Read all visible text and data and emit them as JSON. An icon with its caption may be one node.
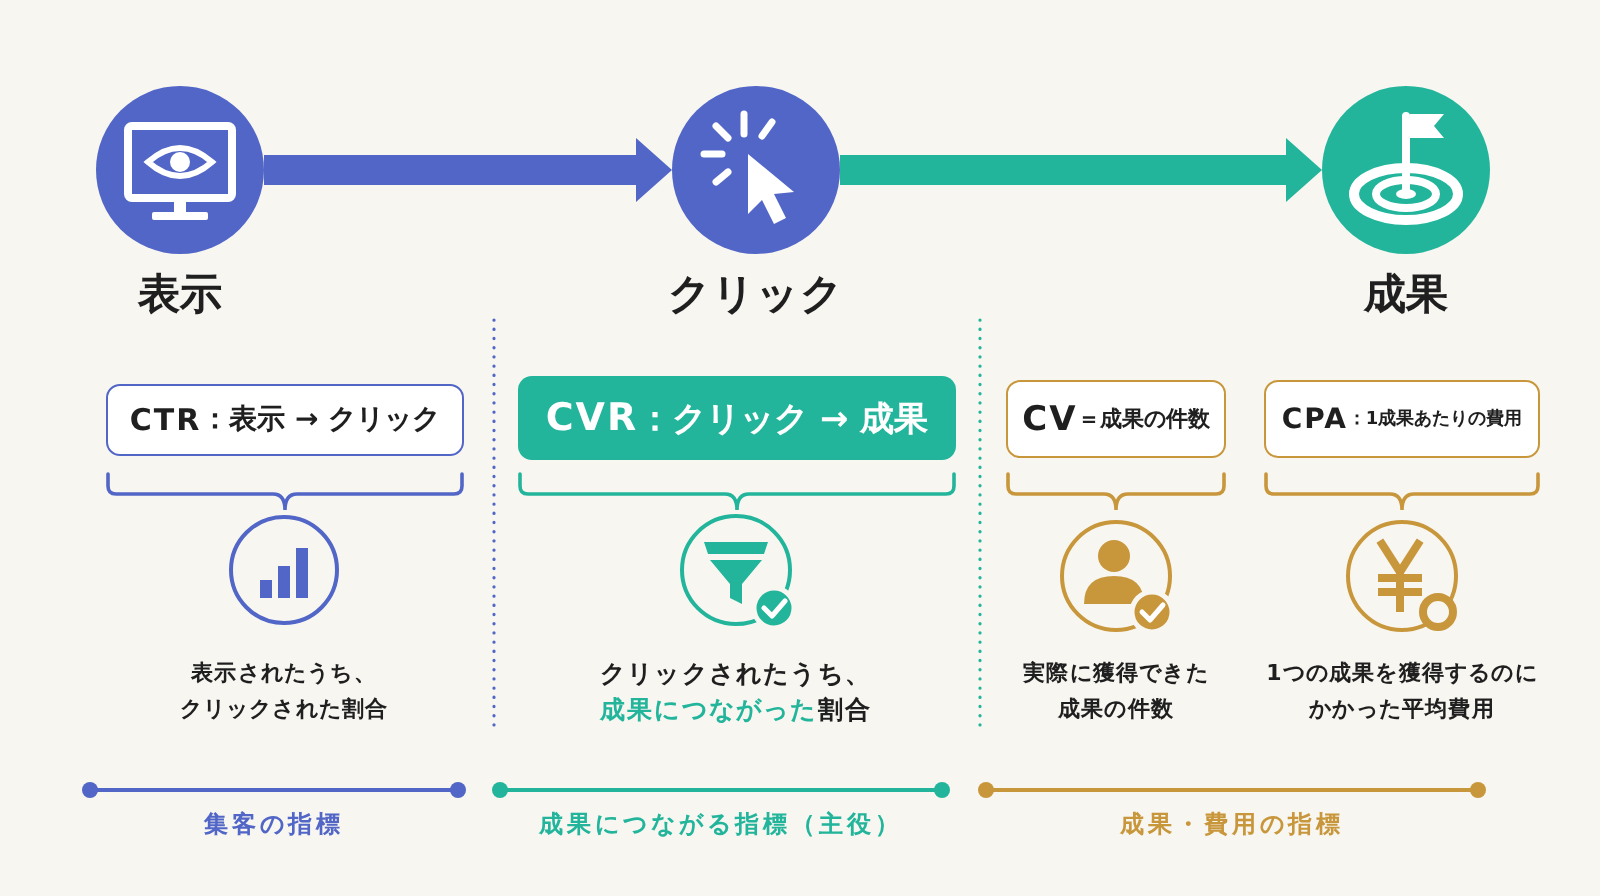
{
  "diagram": {
    "nodes": [
      {
        "text": [
          "表示"
        ]
      },
      {
        "text": [
          "クリック"
        ]
      },
      {
        "text": [
          "成果"
        ]
      },
      {
        "text": [
          "CTR：表示 → クリック"
        ]
      },
      {
        "text": [
          "CVR：クリック → 成果"
        ]
      },
      {
        "text": [
          "CV＝成果の件数"
        ]
      },
      {
        "text": [
          "CPA：1成果あたりの費用"
        ]
      },
      {
        "text": [
          "表示されたうち、クリックされた割合"
        ]
      },
      {
        "text": [
          "クリックされたうち、**成果につながった**割合"
        ]
      },
      {
        "text": [
          "実際に獲得できた成果の件数"
        ]
      },
      {
        "text": [
          "1つの成果を獲得するのにかかった平均費用"
        ]
      }
    ],
    "edges": [
      {
        "from": 0,
        "to": 1,
        "arrow": "to",
        "color": "#5166c6"
      },
      {
        "from": 1,
        "to": 2,
        "arrow": "to",
        "color": "#22b59b"
      }
    ],
    "labels": [
      "集客の指標",
      "成果につながる指標（主役）",
      "成果・費用の指標"
    ]
  }
}
